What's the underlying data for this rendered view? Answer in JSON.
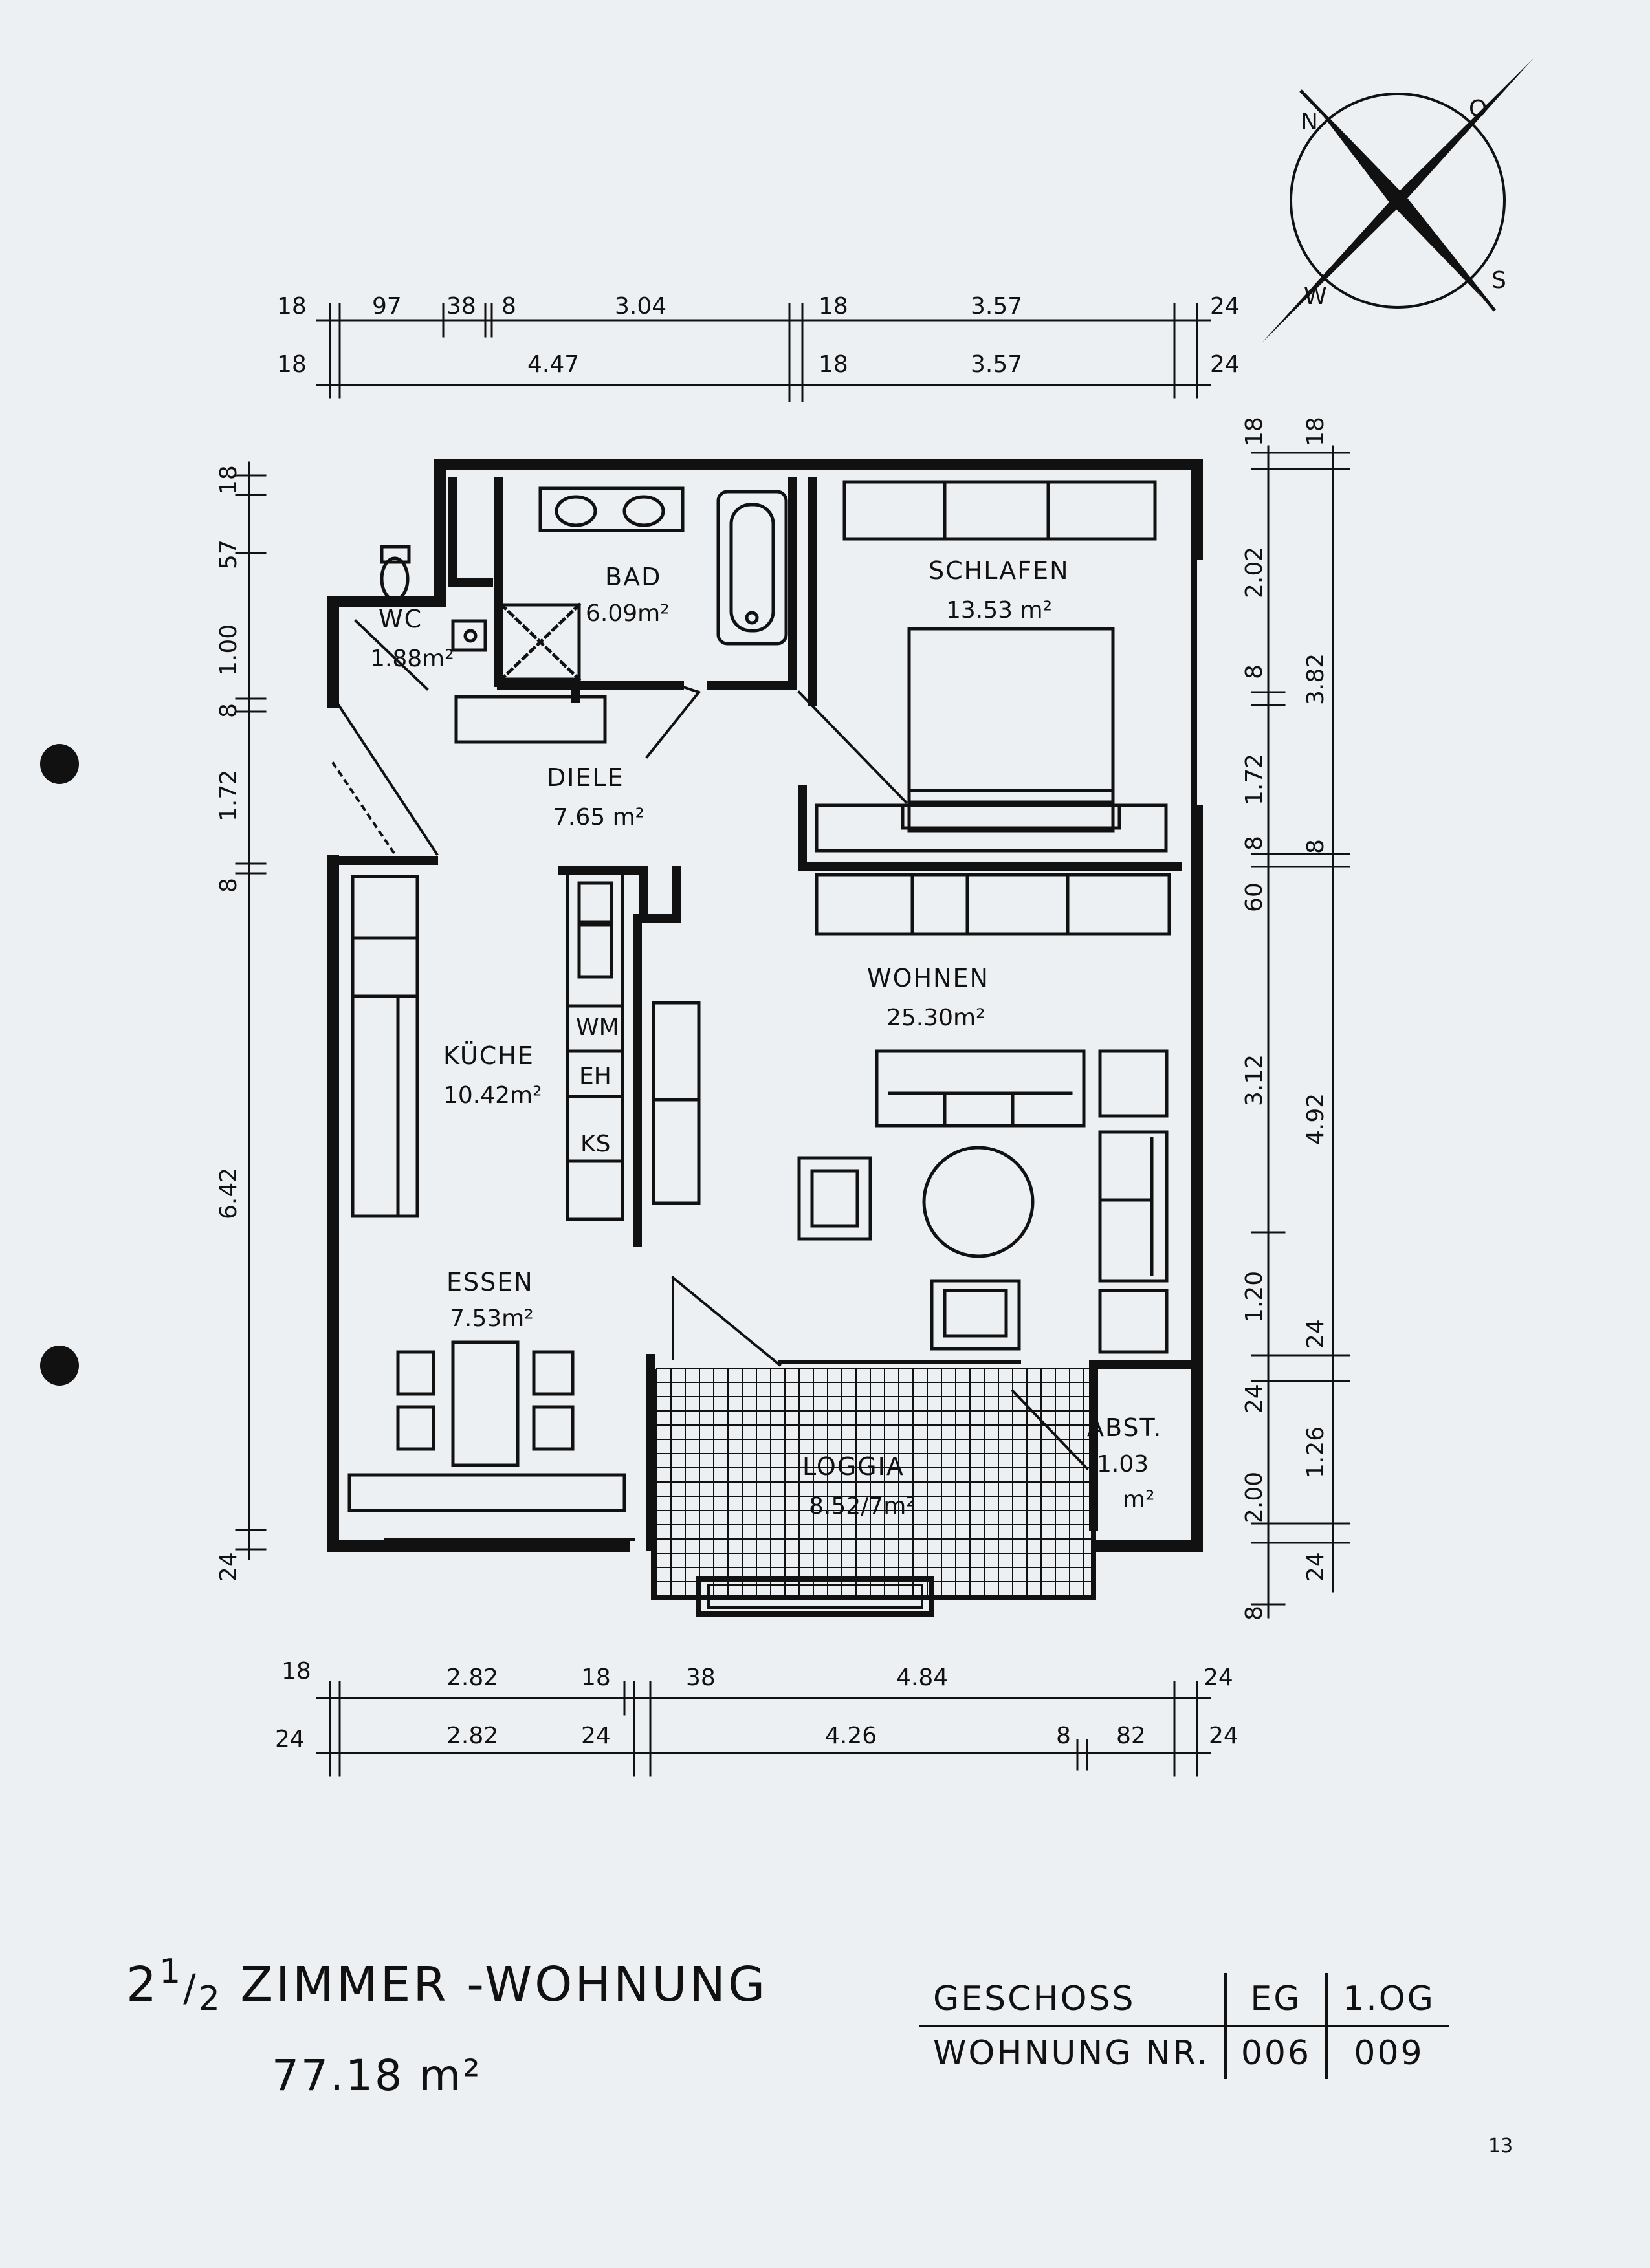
{
  "rooms": {
    "wc": {
      "name": "WC",
      "area": "1.88m²"
    },
    "bad": {
      "name": "BAD",
      "area": "6.09m²"
    },
    "schlafen": {
      "name": "SCHLAFEN",
      "area": "13.53 m²"
    },
    "diele": {
      "name": "DIELE",
      "area": "7.65 m²"
    },
    "wohnen": {
      "name": "WOHNEN",
      "area": "25.30m²"
    },
    "kueche": {
      "name": "KÜCHE",
      "area": "10.42m²"
    },
    "essen": {
      "name": "ESSEN",
      "area": "7.53m²"
    },
    "loggia": {
      "name": "LOGGIA",
      "area": "8.52/7m²"
    },
    "abst": {
      "name": "ABST.",
      "area": "1.03",
      "unit": "m²"
    }
  },
  "appliances": {
    "wm": "WM",
    "eh": "EH",
    "ks": "KS"
  },
  "compass": {
    "n": "N",
    "o": "O",
    "s": "S",
    "w": "W"
  },
  "dimensions": {
    "top_row1": [
      "18",
      "97",
      "38",
      "8",
      "3.04",
      "18",
      "3.57",
      "24"
    ],
    "top_row2": [
      "18",
      "4.47",
      "18",
      "3.57",
      "24"
    ],
    "left": [
      "18",
      "57",
      "1.00",
      "8",
      "1.72",
      "8",
      "6.42",
      "24"
    ],
    "right_inner": [
      "18",
      "2.02",
      "8",
      "1.72",
      "8",
      "60",
      "3.12",
      "1.20",
      "24",
      "2.00",
      "8"
    ],
    "right_outer": [
      "18",
      "3.82",
      "8",
      "4.92",
      "24",
      "1.26",
      "24"
    ],
    "bottom_row1": [
      "18",
      "2.82",
      "18",
      "38",
      "4.84",
      "24"
    ],
    "bottom_row2": [
      "24",
      "2.82",
      "24",
      "4.26",
      "8",
      "82",
      "24"
    ]
  },
  "title": {
    "fraction_num": "1",
    "fraction_den": "2",
    "prefix": "2",
    "text": "ZIMMER -WOHNUNG",
    "total_area": "77.18 m²"
  },
  "info_table": {
    "geschoss_label": "GESCHOSS",
    "eg": "EG",
    "og": "1.OG",
    "wohnung_label": "WOHNUNG  NR.",
    "nr_eg": "006",
    "nr_og": "009"
  },
  "page_number": "13"
}
